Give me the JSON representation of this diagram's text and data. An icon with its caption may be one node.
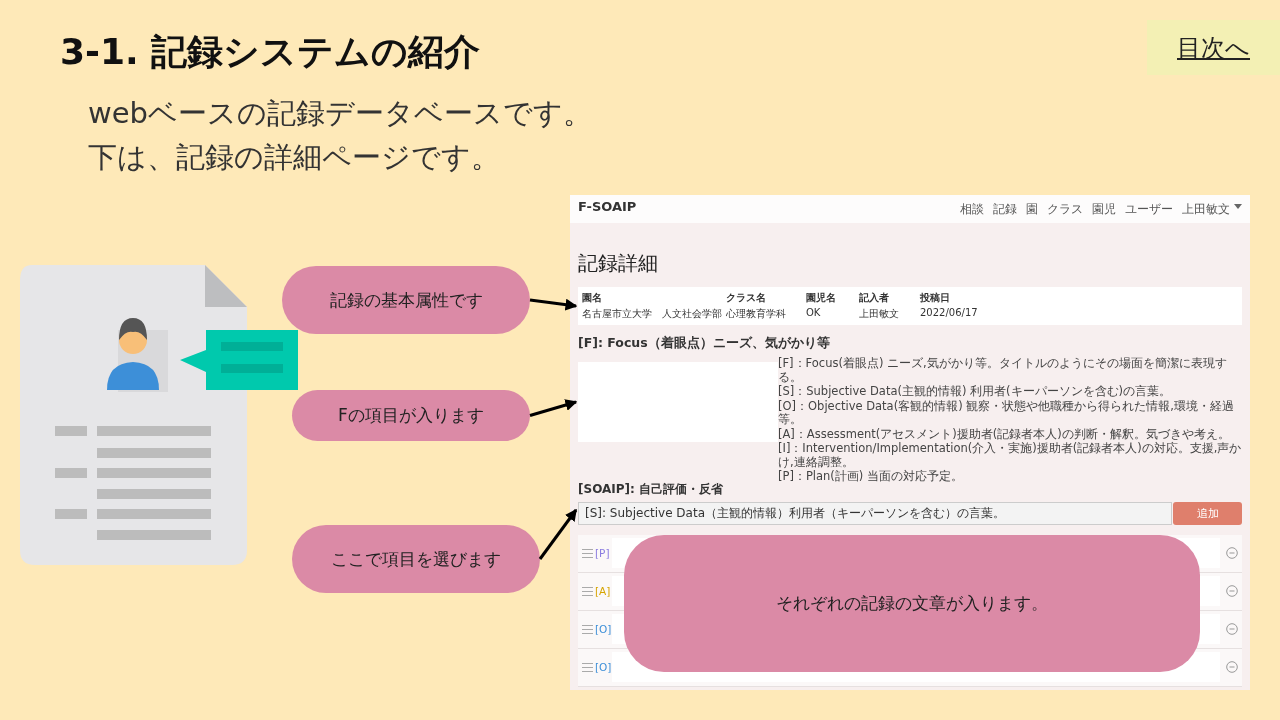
{
  "diagram": {
    "title": "3-1. 記録システムの紹介",
    "nodes": [
      {
        "text": [
          "記録の基本属性です"
        ]
      },
      {
        "text": [
          "Fの項目が入ります"
        ]
      },
      {
        "text": [
          "ここで項目を選びます"
        ]
      },
      {
        "text": [
          "それぞれの記録の文章が入ります。"
        ]
      },
      {
        "text": [
          "園名",
          "名古屋市立大学　人文社会学部",
          "クラス名",
          "心理教育学科",
          "園児名",
          "OK",
          "記入者",
          "上田敏文",
          "投稿日",
          "2022/06/17"
        ]
      },
      {
        "text": [],
        "shape": "box"
      },
      {
        "text": [
          "[S]: Subjective Data（主観的情報）利用者（キーパーソンを含む）の言葉。"
        ]
      }
    ],
    "edges": [
      {
        "from": 0,
        "to": 4,
        "arrow": "to"
      },
      {
        "from": 1,
        "to": 5,
        "arrow": "to"
      },
      {
        "from": 2,
        "to": 6,
        "arrow": "to"
      }
    ],
    "labels": [
      "webベースの記録データベースです。",
      "下は、記録の詳細ページです。",
      "目次へ",
      "F-SOAIP",
      "相談",
      "記録",
      "園",
      "クラス",
      "園児",
      "ユーザー",
      "上田敏文",
      "記録詳細",
      "[F]: Focus（着眼点）ニーズ、気がかり等",
      "[F]：Focus(着眼点) ニーズ,気がかり等。タイトルのようにその場面を簡潔に表現する。",
      "[S]：Subjective Data(主観的情報) 利用者(キーパーソンを含む)の言葉。",
      "[O]：Objective Data(客観的情報) 観察・状態や他職種から得られた情報,環境・経過等。",
      "[A]：Assessment(アセスメント)援助者(記録者本人)の判断・解釈。気づきや考え。",
      "[I]：Intervention/Implementation(介入・実施)援助者(記録者本人)の対応。支援,声かけ,連絡調整。",
      "[P]：Plan(計画) 当面の対応予定。",
      "[SOAIP]: 自己評価・反省",
      "追加",
      "[P]",
      "[A]",
      "[O]",
      "[O]"
    ]
  }
}
